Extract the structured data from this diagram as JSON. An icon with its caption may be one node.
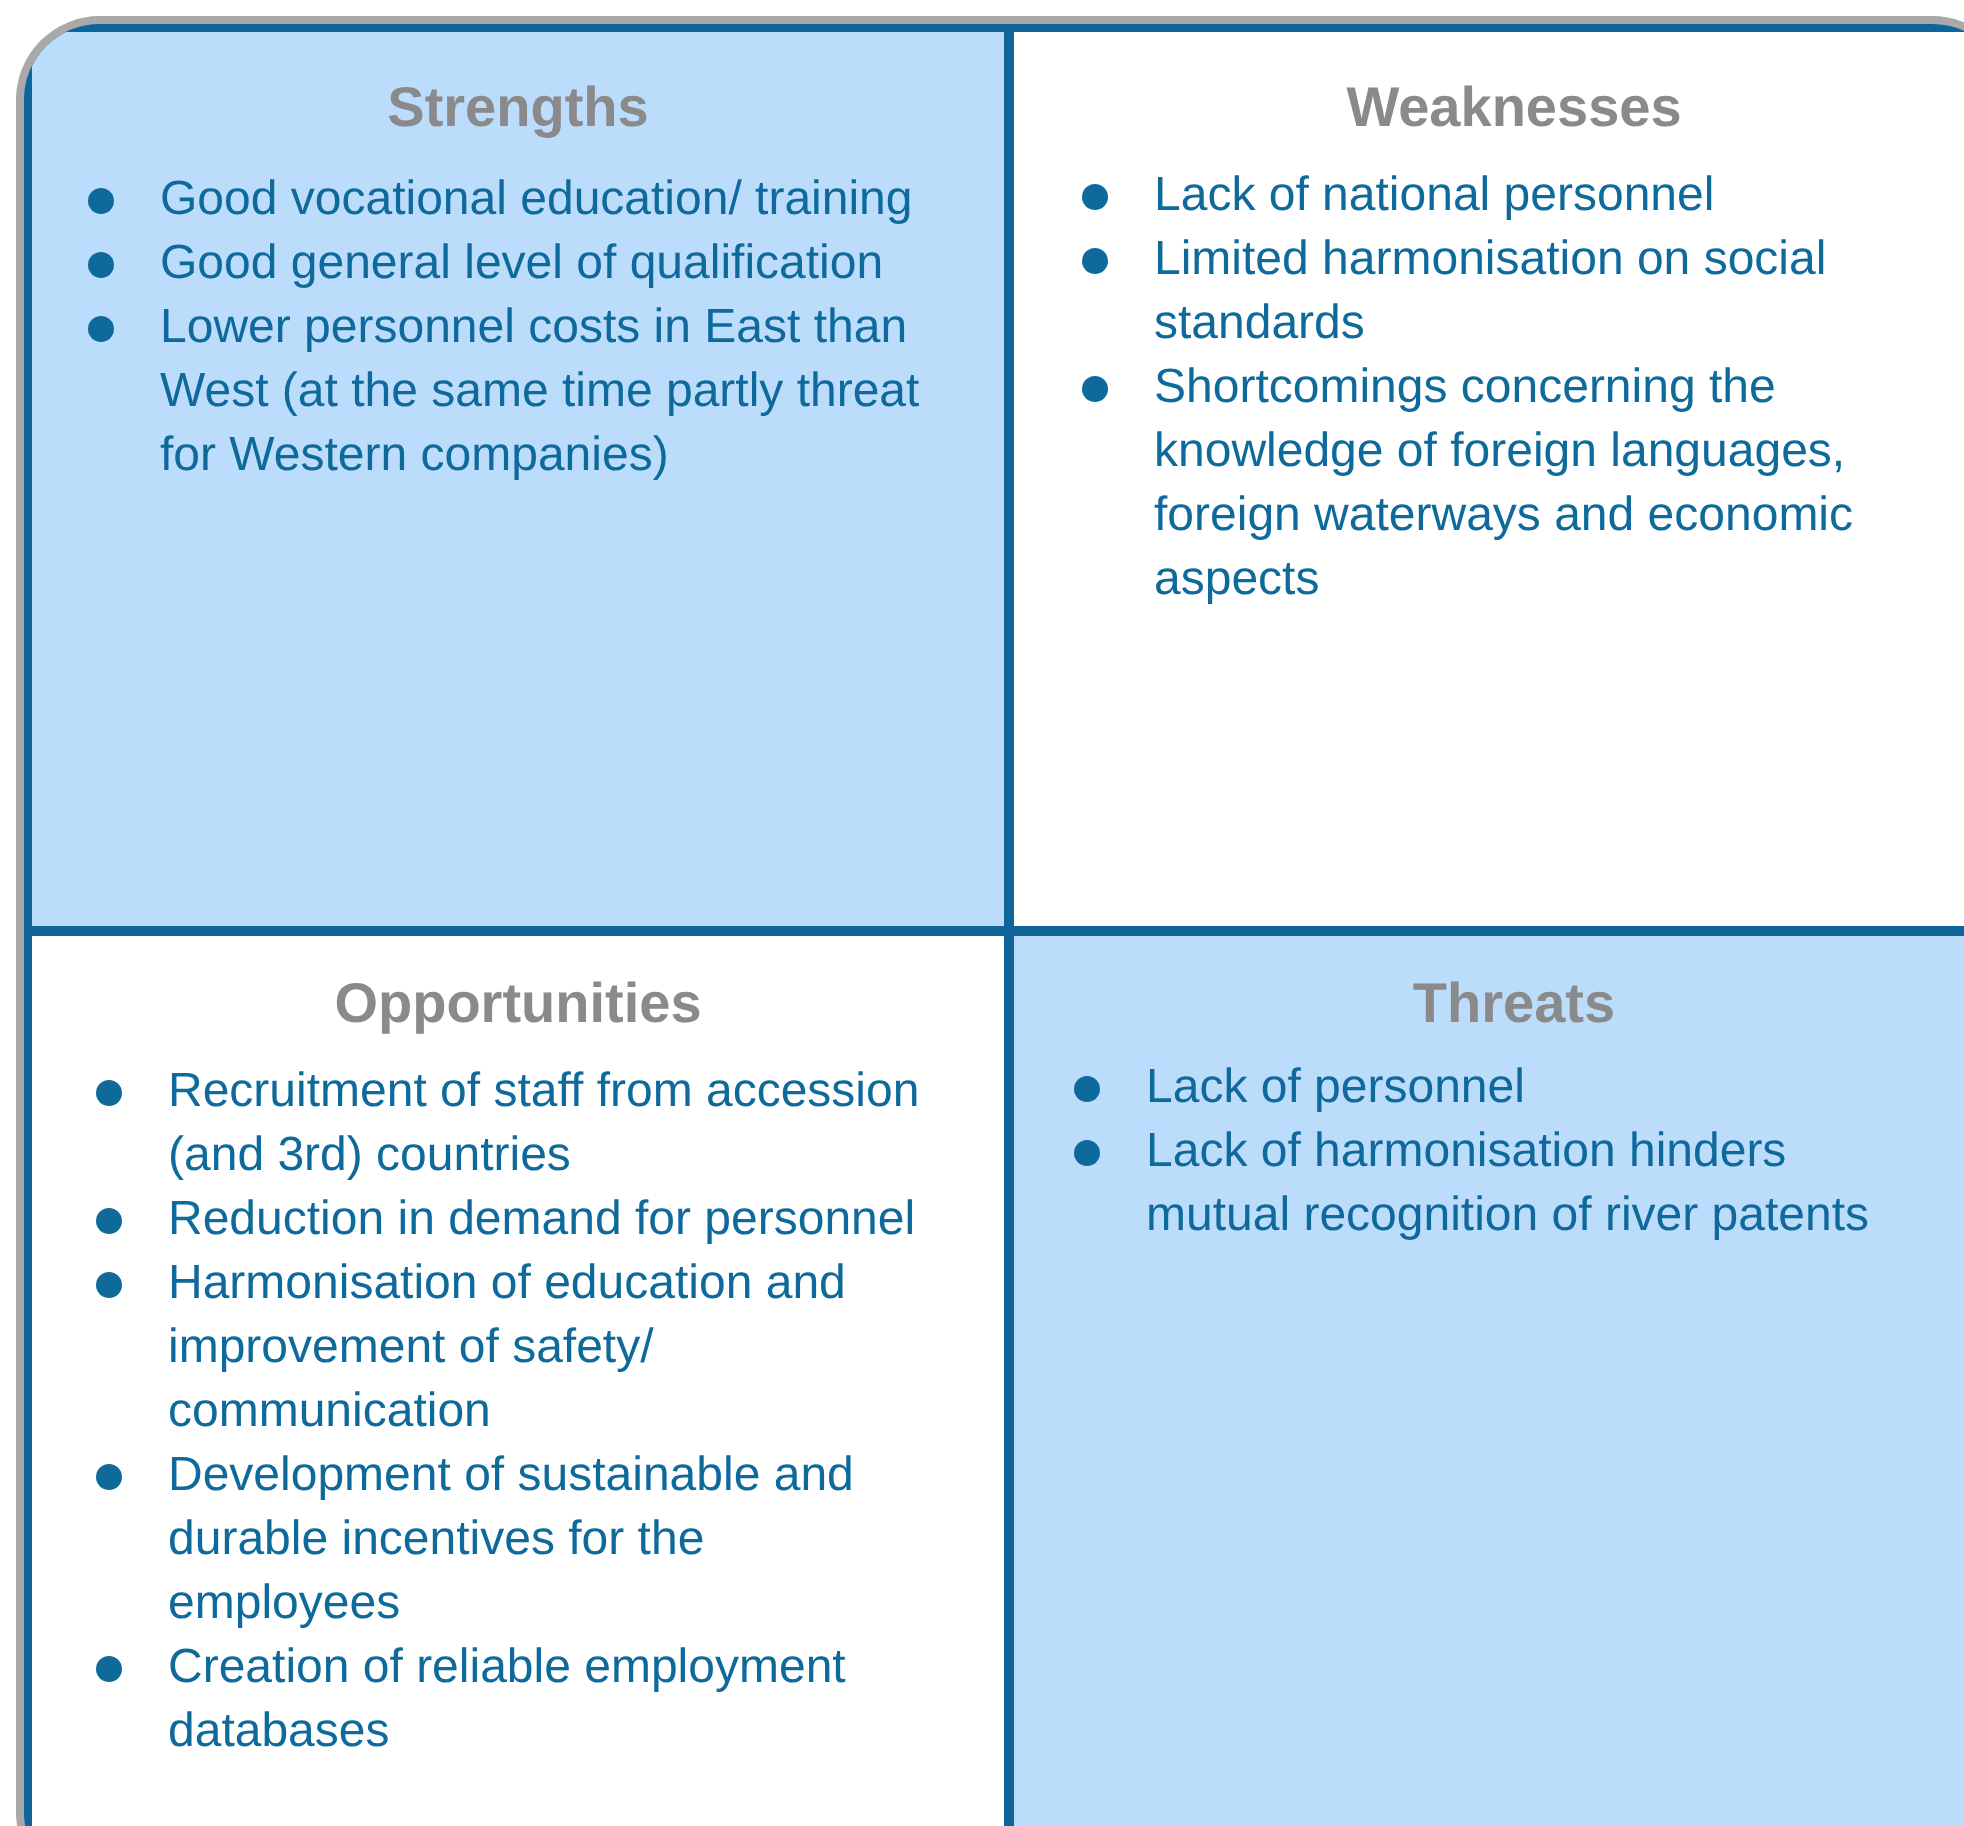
{
  "diagram": {
    "nodes": [
      {
        "text": [
          "Strengths",
          "Good vocational education/ training",
          "Good general level of qualification",
          "Lower personnel costs in East than West (at the same time partly threat for Western companies)"
        ]
      },
      {
        "text": [
          "Weaknesses",
          "Lack of national personnel",
          "Limited harmonisation on social standards",
          "Shortcomings concerning the knowledge of foreign languages, foreign waterways and economic aspects"
        ]
      },
      {
        "text": [
          "Opportunities",
          "Recruitment of staff from accession (and 3rd) countries",
          "Reduction in demand for personnel",
          "Harmonisation of education and improvement of safety/ communication",
          "Development of sustainable and durable incentives for the employees",
          "Creation of reliable employment databases"
        ]
      },
      {
        "text": [
          "Threats",
          "Lack of personnel",
          "Lack of harmonisation hinders mutual recognition of river patents"
        ]
      }
    ]
  }
}
